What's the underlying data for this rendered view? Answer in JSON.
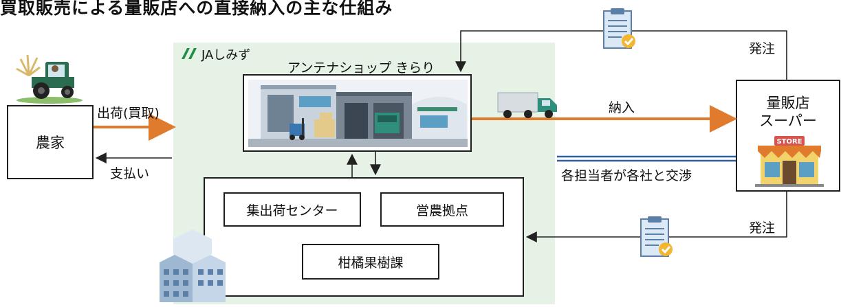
{
  "title": "買取販売による量販店への直接納入の主な仕組み",
  "ja_brand": "JAしみず",
  "shop_label": "アンテナショップ きらり",
  "farmer": {
    "label": "農家"
  },
  "arrows": {
    "ship": "出荷(買取)",
    "pay": "支払い",
    "deliver": "納入",
    "negotiate": "各担当者が各社と交渉",
    "order_top": "発注",
    "order_bottom": "発注"
  },
  "store": {
    "line1": "量販店",
    "line2": "スーパー",
    "sign": "STORE"
  },
  "ja_units": {
    "center": "集出荷センター",
    "farm_base": "営農拠点",
    "citrus": "柑橘果樹課"
  },
  "colors": {
    "orange": "#e07b2e",
    "green_bg": "#e7f2e6",
    "blue": "#2f5f9e",
    "ja_green": "#1f8f45"
  },
  "icons": [
    "tractor-icon",
    "warehouse-illustration",
    "truck-icon",
    "clipboard-icon",
    "store-icon",
    "building-icon",
    "ja-logo-icon"
  ]
}
